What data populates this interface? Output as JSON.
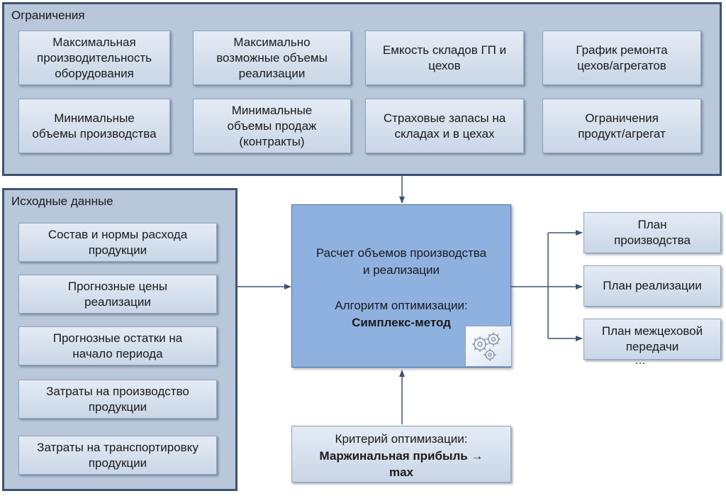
{
  "constraints": {
    "title": "Ограничения",
    "items": [
      "Максимальная\nпроизводительность\nоборудования",
      "Максимально\nвозможные объемы\nреализации",
      "Емкость складов ГП и\nцехов",
      "График ремонта\nцехов/агрегатов",
      "Минимальные\nобъемы производства",
      "Минимальные\nобъемы продаж\n(контракты)",
      "Страховые запасы на\nскладах и в цехах",
      "Ограничения\nпродукт/агрегат"
    ]
  },
  "inputs": {
    "title": "Исходные данные",
    "items": [
      "Состав и нормы расхода\nпродукции",
      "Прогнозные цены\nреализации",
      "Прогнозные остатки на\nначало периода",
      "Затраты на производство\nпродукции",
      "Затраты на транспортировку\nпродукции"
    ]
  },
  "calc": {
    "line1": "Расчет объемов производства",
    "line2": "и реализации",
    "algo_label": "Алгоритм оптимизации:",
    "algo_value": "Симплекс-метод"
  },
  "criterion": {
    "label": "Критерий оптимизации:",
    "value_line1": "Маржинальная прибыль →",
    "value_line2": "max"
  },
  "outputs": {
    "items": [
      "План\nпроизводства",
      "План реализации",
      "План межцеховой\nпередачи"
    ],
    "more": "…"
  }
}
